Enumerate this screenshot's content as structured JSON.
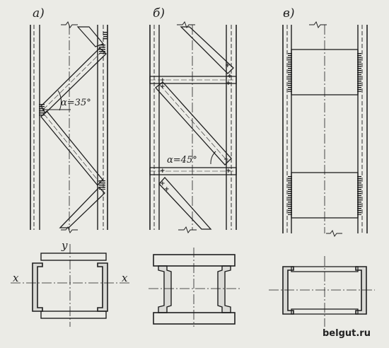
{
  "panels": [
    {
      "label": "а)",
      "angle_label": "α=35°"
    },
    {
      "label": "б)",
      "angle_label": "α=45°"
    },
    {
      "label": "в)"
    }
  ],
  "axes": {
    "x_left": "x",
    "x_right": "x",
    "y_top": "y"
  },
  "watermark": "belgut.ru",
  "colors": {
    "background": "#ebebe6",
    "ink": "#1e1e1e"
  }
}
